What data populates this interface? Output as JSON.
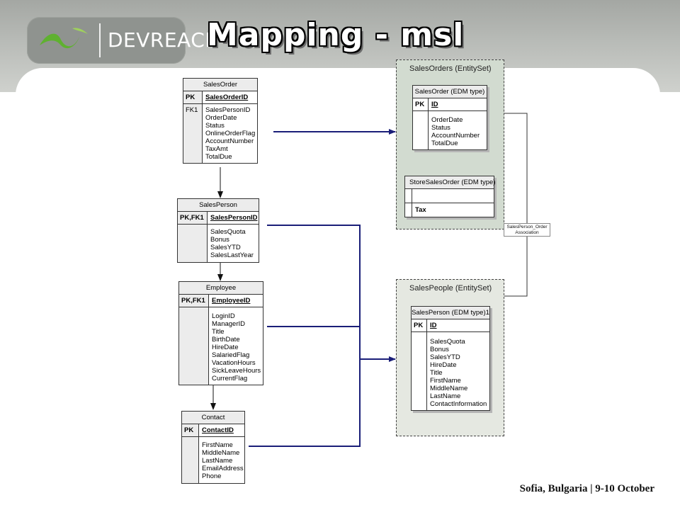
{
  "slide": {
    "title": "Mapping - msl",
    "logo_text": "DEVREACH",
    "footer": "Sofia, Bulgaria | 9-10 October"
  },
  "colors": {
    "connector_blue": "#1a1e78",
    "connector_black": "#111111",
    "entity_set_fill": "#d2dbd0",
    "entity_set_fill_2": "#e5e8e1"
  },
  "storage_tables": {
    "sales_order": {
      "name": "SalesOrder",
      "pk_label": "PK",
      "pk_field": "SalesOrderID",
      "fk_label": "FK1",
      "fields": [
        "SalesPersonID",
        "OrderDate",
        "Status",
        "OnlineOrderFlag",
        "AccountNumber",
        "TaxAmt",
        "TotalDue"
      ]
    },
    "sales_person": {
      "name": "SalesPerson",
      "pk_label": "PK,FK1",
      "pk_field": "SalesPersonID",
      "fields": [
        "SalesQuota",
        "Bonus",
        "SalesYTD",
        "SalesLastYear"
      ]
    },
    "employee": {
      "name": "Employee",
      "pk_label": "PK,FK1",
      "pk_field": "EmployeeID",
      "fields": [
        "LoginID",
        "ManagerID",
        "Title",
        "BirthDate",
        "HireDate",
        "SalariedFlag",
        "VacationHours",
        "SickLeaveHours",
        "CurrentFlag"
      ]
    },
    "contact": {
      "name": "Contact",
      "pk_label": "PK",
      "pk_field": "ContactID",
      "fields": [
        "FirstName",
        "MiddleName",
        "LastName",
        "EmailAddress",
        "Phone"
      ]
    }
  },
  "entity_sets": {
    "sales_orders": {
      "title": "SalesOrders (EntitySet)",
      "edm_type": {
        "name": "SalesOrder (EDM type)",
        "pk_label": "PK",
        "pk_field": "ID",
        "fields": [
          "OrderDate",
          "Status",
          "AccountNumber",
          "TotalDue"
        ]
      },
      "derived_type": {
        "name": "StoreSalesOrder (EDM type)",
        "fields": [
          "Tax"
        ]
      }
    },
    "sales_people": {
      "title": "SalesPeople (EntitySet)",
      "edm_type": {
        "name": "SalesPerson (EDM type)1",
        "pk_label": "PK",
        "pk_field": "ID",
        "fields": [
          "SalesQuota",
          "Bonus",
          "SalesYTD",
          "HireDate",
          "Title",
          "FirstName",
          "MiddleName",
          "LastName",
          "ContactInformation"
        ]
      }
    }
  },
  "association": {
    "line1": "SalesPerson_Order",
    "line2": "Association"
  }
}
